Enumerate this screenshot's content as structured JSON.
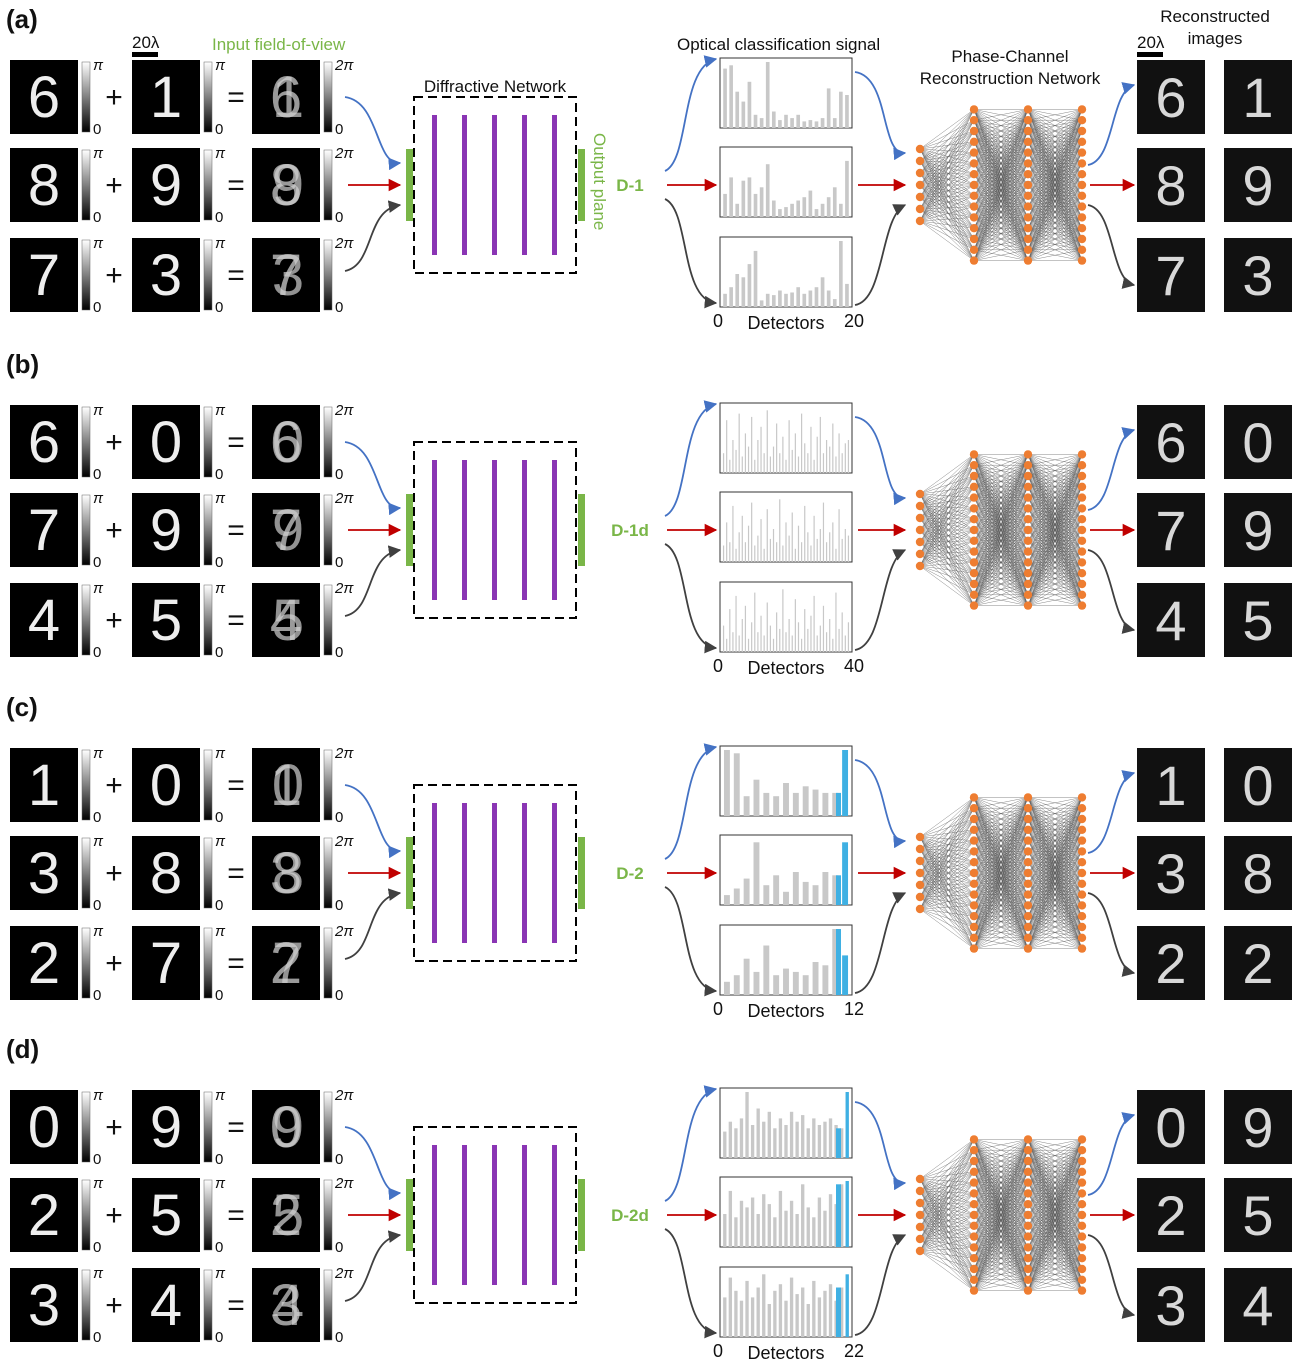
{
  "header": {
    "scale_bar": "20λ",
    "input_fov": "Input field-of-view",
    "diffractive_network": "Diffractive Network",
    "output_plane": "Output plane",
    "optical_signal": "Optical classification signal",
    "recon_network_line1": "Phase-Channel",
    "recon_network_line2": "Reconstruction Network",
    "recon_images_line1": "Reconstructed",
    "recon_images_line2": "images",
    "scale_bar_right": "20λ"
  },
  "colorbar": {
    "pi": "π",
    "two_pi": "2π",
    "zero": "0"
  },
  "operators": {
    "plus": "+",
    "equals": "="
  },
  "colors": {
    "green": "#7ab648",
    "purple": "#8a35b4",
    "blue_arrow": "#4472c4",
    "red_arrow": "#c00000",
    "dark_arrow": "#404040",
    "orange_node": "#ee7d31",
    "bar_gray": "#c8c8c8",
    "bar_blue": "#3fb0e3"
  },
  "panels": [
    {
      "label": "(a)",
      "design": "D-1",
      "axis_label": "Detectors",
      "axis_min": "0",
      "axis_max": "20",
      "rows": [
        {
          "digit_a": "6",
          "digit_b": "1",
          "recon_a": "6",
          "recon_b": "1"
        },
        {
          "digit_a": "8",
          "digit_b": "9",
          "recon_a": "8",
          "recon_b": "9"
        },
        {
          "digit_a": "7",
          "digit_b": "3",
          "recon_a": "7",
          "recon_b": "3"
        }
      ],
      "signals": [
        [
          0.9,
          0.95,
          0.55,
          0.4,
          0.7,
          0.2,
          0.15,
          1.0,
          0.25,
          0.12,
          0.2,
          0.15,
          0.2,
          0.1,
          0.12,
          0.1,
          0.15,
          0.6,
          0.15,
          0.55,
          0.5
        ],
        [
          0.35,
          0.6,
          0.2,
          0.55,
          0.6,
          0.35,
          0.45,
          0.8,
          0.25,
          0.12,
          0.15,
          0.2,
          0.25,
          0.3,
          0.4,
          0.12,
          0.2,
          0.3,
          0.45,
          0.2,
          0.85
        ],
        [
          0.2,
          0.3,
          0.5,
          0.45,
          0.65,
          0.85,
          0.1,
          0.2,
          0.18,
          0.25,
          0.2,
          0.22,
          0.3,
          0.2,
          0.25,
          0.3,
          0.45,
          0.25,
          0.12,
          1.0,
          0.35
        ]
      ],
      "highlight_last": 0
    },
    {
      "label": "(b)",
      "design": "D-1d",
      "axis_label": "Detectors",
      "axis_min": "0",
      "axis_max": "40",
      "rows": [
        {
          "digit_a": "6",
          "digit_b": "0",
          "recon_a": "6",
          "recon_b": "0"
        },
        {
          "digit_a": "7",
          "digit_b": "9",
          "recon_a": "7",
          "recon_b": "9"
        },
        {
          "digit_a": "4",
          "digit_b": "5",
          "recon_a": "4",
          "recon_b": "5"
        }
      ],
      "signals": [
        [
          0.3,
          0.8,
          0.2,
          0.5,
          0.35,
          0.9,
          0.25,
          0.6,
          0.4,
          0.85,
          0.2,
          0.5,
          0.7,
          0.3,
          0.95,
          0.25,
          0.4,
          0.75,
          0.3,
          0.55,
          0.2,
          0.8,
          0.35,
          0.6,
          0.25,
          0.9,
          0.45,
          0.3,
          0.7,
          0.2,
          0.55,
          0.85,
          0.3,
          0.5,
          0.4,
          0.75,
          0.25,
          0.6,
          0.3,
          0.45,
          0.5
        ],
        [
          0.25,
          0.6,
          0.3,
          0.85,
          0.2,
          0.45,
          0.7,
          0.3,
          0.55,
          0.9,
          0.25,
          0.4,
          0.65,
          0.2,
          0.8,
          0.35,
          0.5,
          0.3,
          0.95,
          0.25,
          0.6,
          0.4,
          0.75,
          0.2,
          0.55,
          0.3,
          0.85,
          0.45,
          0.25,
          0.7,
          0.35,
          0.5,
          0.9,
          0.3,
          0.45,
          0.6,
          0.2,
          0.8,
          0.35,
          0.5,
          0.4
        ],
        [
          0.4,
          0.2,
          0.65,
          0.3,
          0.85,
          0.25,
          0.5,
          0.7,
          0.2,
          0.45,
          0.9,
          0.3,
          0.55,
          0.25,
          0.75,
          0.4,
          0.2,
          0.6,
          0.35,
          0.95,
          0.3,
          0.5,
          0.25,
          0.8,
          0.45,
          0.2,
          0.65,
          0.35,
          0.55,
          0.85,
          0.25,
          0.4,
          0.7,
          0.3,
          0.5,
          0.2,
          0.9,
          0.35,
          0.6,
          0.25,
          0.45
        ]
      ],
      "highlight_last": 0
    },
    {
      "label": "(c)",
      "design": "D-2",
      "axis_label": "Detectors",
      "axis_min": "0",
      "axis_max": "12",
      "rows": [
        {
          "digit_a": "1",
          "digit_b": "0",
          "recon_a": "1",
          "recon_b": "0"
        },
        {
          "digit_a": "3",
          "digit_b": "8",
          "recon_a": "3",
          "recon_b": "8"
        },
        {
          "digit_a": "2",
          "digit_b": "7",
          "recon_a": "2",
          "recon_b": "2"
        }
      ],
      "signals": [
        [
          1.0,
          0.95,
          0.3,
          0.55,
          0.35,
          0.3,
          0.5,
          0.35,
          0.45,
          0.4,
          0.35,
          0.35,
          1.0
        ],
        [
          0.15,
          0.25,
          0.4,
          0.95,
          0.3,
          0.45,
          0.2,
          0.5,
          0.35,
          0.3,
          0.5,
          0.45,
          0.95
        ],
        [
          0.2,
          0.3,
          0.55,
          0.35,
          0.75,
          0.3,
          0.4,
          0.35,
          0.3,
          0.5,
          0.45,
          1.0,
          0.6
        ]
      ],
      "highlight_last": 2
    },
    {
      "label": "(d)",
      "design": "D-2d",
      "axis_label": "Detectors",
      "axis_min": "0",
      "axis_max": "22",
      "rows": [
        {
          "digit_a": "0",
          "digit_b": "9",
          "recon_a": "0",
          "recon_b": "9"
        },
        {
          "digit_a": "2",
          "digit_b": "5",
          "recon_a": "2",
          "recon_b": "5"
        },
        {
          "digit_a": "3",
          "digit_b": "4",
          "recon_a": "3",
          "recon_b": "4"
        }
      ],
      "signals": [
        [
          0.4,
          0.55,
          0.45,
          0.6,
          1.0,
          0.5,
          0.75,
          0.55,
          0.7,
          0.45,
          0.6,
          0.5,
          0.7,
          0.55,
          0.65,
          0.45,
          0.6,
          0.5,
          0.55,
          0.6,
          0.5,
          0.45,
          1.0
        ],
        [
          0.5,
          0.85,
          0.45,
          0.7,
          0.6,
          0.75,
          0.5,
          0.8,
          0.65,
          0.45,
          0.85,
          0.55,
          0.7,
          0.5,
          0.95,
          0.6,
          0.45,
          0.75,
          0.55,
          0.8,
          0.65,
          0.95,
          1.0
        ],
        [
          0.6,
          0.9,
          0.7,
          0.55,
          0.85,
          0.6,
          0.75,
          0.95,
          0.5,
          0.7,
          0.8,
          0.55,
          0.9,
          0.65,
          0.75,
          0.5,
          0.85,
          0.6,
          0.7,
          0.8,
          0.55,
          0.75,
          0.95
        ]
      ],
      "highlight_last": 2
    }
  ]
}
